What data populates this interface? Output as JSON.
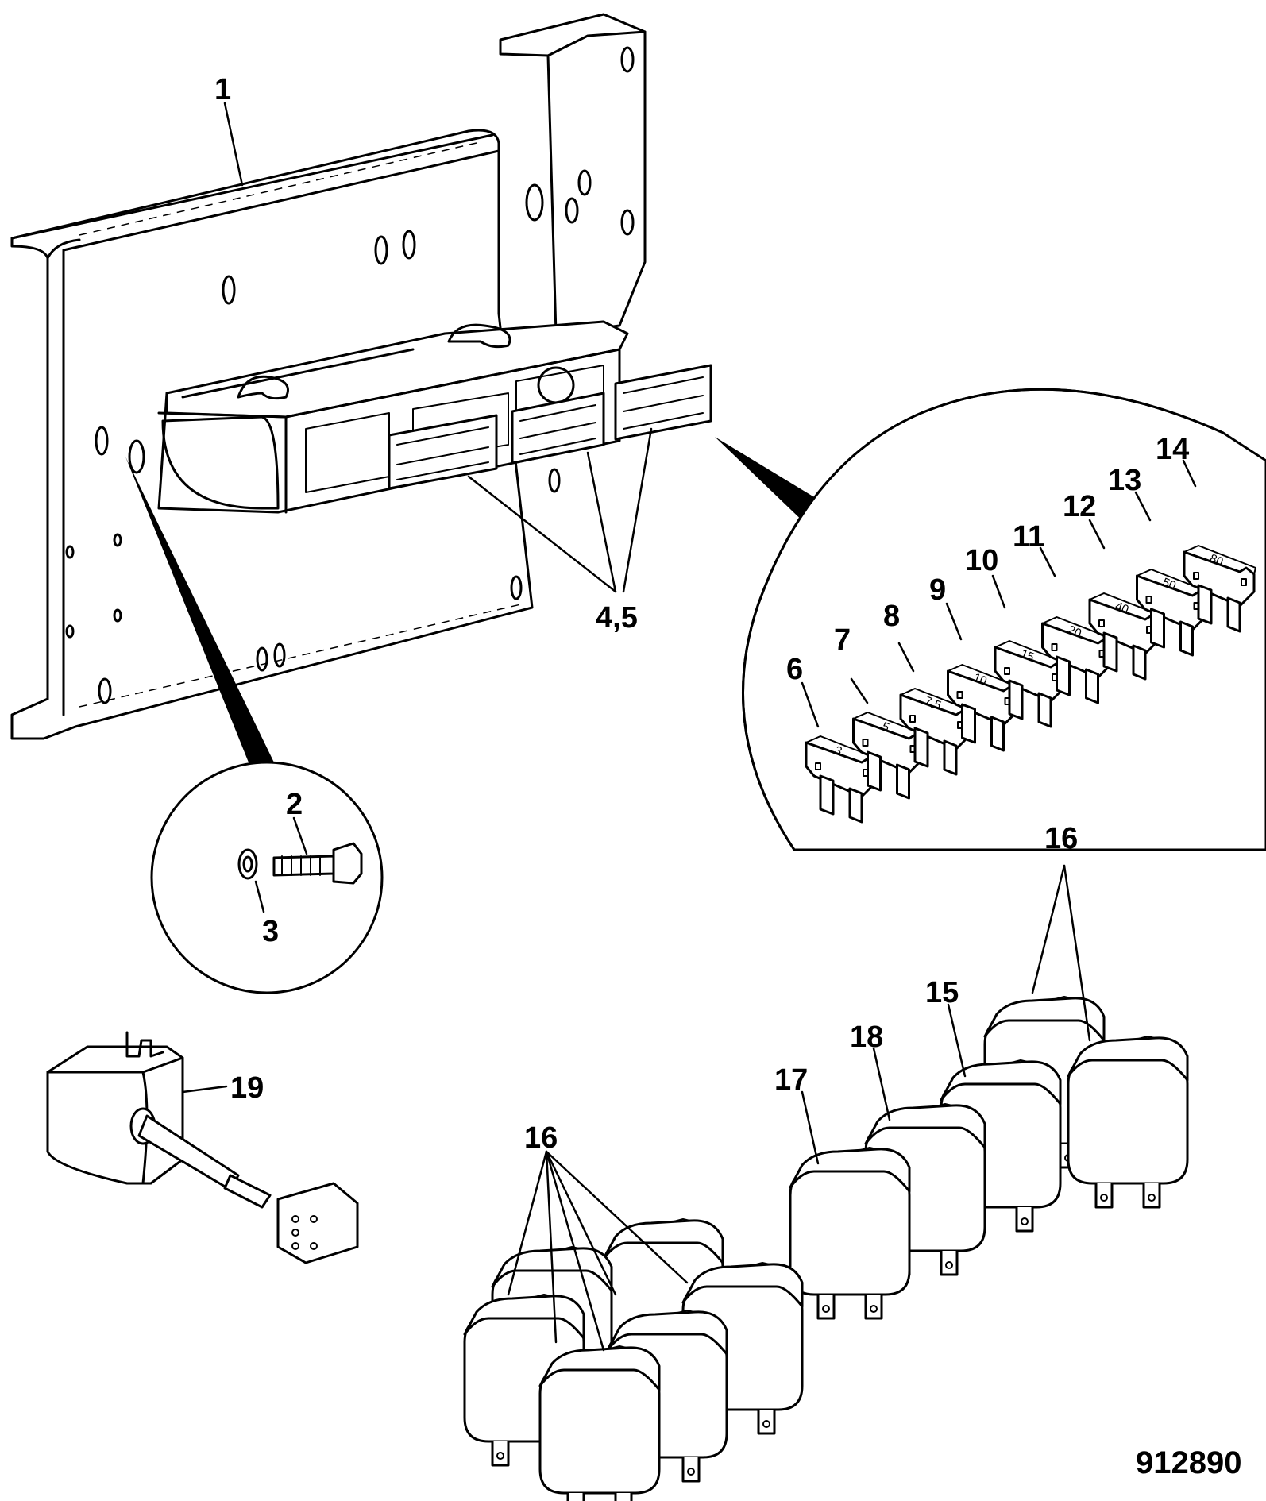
{
  "figure_number": "912890",
  "callouts": {
    "c1": "1",
    "c2": "2",
    "c3": "3",
    "c45": "4,5",
    "c6": "6",
    "c7": "7",
    "c8": "8",
    "c9": "9",
    "c10": "10",
    "c11": "11",
    "c12": "12",
    "c13": "13",
    "c14": "14",
    "c15": "15",
    "c16a": "16",
    "c16b": "16",
    "c17": "17",
    "c18": "18",
    "c19": "19"
  },
  "fuses": [
    "3",
    "5",
    "7,5",
    "10",
    "15",
    "20",
    "40",
    "50",
    "80"
  ]
}
